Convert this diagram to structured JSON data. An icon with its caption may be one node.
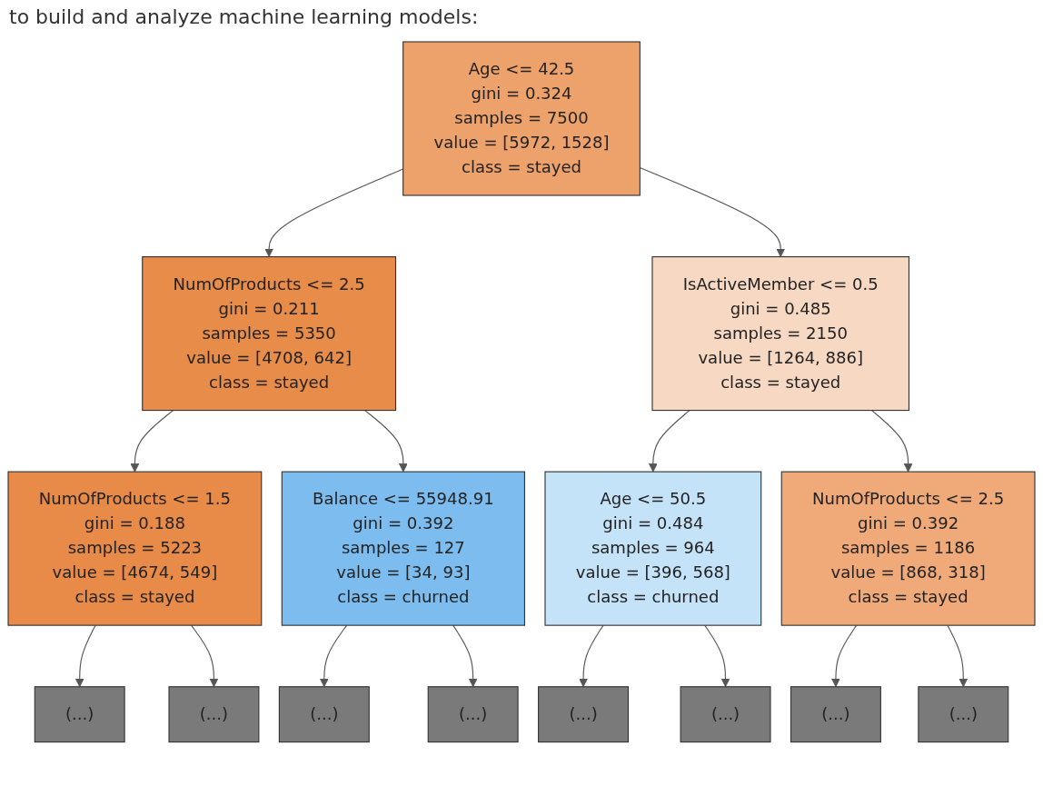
{
  "diagram": {
    "nodes": [
      {
        "text": [
          "Age <= 42.5",
          "gini = 0.324",
          "samples = 7500",
          "value = [5972, 1528]",
          "class = stayed"
        ]
      },
      {
        "text": [
          "NumOfProducts <= 2.5",
          "gini = 0.211",
          "samples = 5350",
          "value = [4708, 642]",
          "class = stayed"
        ]
      },
      {
        "text": [
          "IsActiveMember <= 0.5",
          "gini = 0.485",
          "samples = 2150",
          "value = [1264, 886]",
          "class = stayed"
        ]
      },
      {
        "text": [
          "NumOfProducts <= 1.5",
          "gini = 0.188",
          "samples = 5223",
          "value = [4674, 549]",
          "class = stayed"
        ]
      },
      {
        "text": [
          "Balance <= 55948.91",
          "gini = 0.392",
          "samples = 127",
          "value = [34, 93]",
          "class = churned"
        ]
      },
      {
        "text": [
          "Age <= 50.5",
          "gini = 0.484",
          "samples = 964",
          "value = [396, 568]",
          "class = churned"
        ]
      },
      {
        "text": [
          "NumOfProducts <= 2.5",
          "gini = 0.392",
          "samples = 1186",
          "value = [868, 318]",
          "class = stayed"
        ]
      },
      {
        "text": [
          "(...)"
        ]
      },
      {
        "text": [
          "(...)"
        ]
      },
      {
        "text": [
          "(...)"
        ]
      },
      {
        "text": [
          "(...)"
        ]
      },
      {
        "text": [
          "(...)"
        ]
      },
      {
        "text": [
          "(...)"
        ]
      },
      {
        "text": [
          "(...)"
        ]
      },
      {
        "text": [
          "(...)"
        ]
      }
    ],
    "edges": [
      {
        "from": 0,
        "to": 1,
        "arrow": "to"
      },
      {
        "from": 0,
        "to": 2,
        "arrow": "to"
      },
      {
        "from": 1,
        "to": 3,
        "arrow": "to"
      },
      {
        "from": 1,
        "to": 4,
        "arrow": "to"
      },
      {
        "from": 2,
        "to": 5,
        "arrow": "to"
      },
      {
        "from": 2,
        "to": 6,
        "arrow": "to"
      },
      {
        "from": 3,
        "to": 7,
        "arrow": "to"
      },
      {
        "from": 3,
        "to": 8,
        "arrow": "to"
      },
      {
        "from": 4,
        "to": 9,
        "arrow": "to"
      },
      {
        "from": 4,
        "to": 10,
        "arrow": "to"
      },
      {
        "from": 5,
        "to": 11,
        "arrow": "to"
      },
      {
        "from": 5,
        "to": 12,
        "arrow": "to"
      },
      {
        "from": 6,
        "to": 13,
        "arrow": "to"
      },
      {
        "from": 6,
        "to": 14,
        "arrow": "to"
      }
    ],
    "labels": [
      "to build and analyze machine learning models:"
    ]
  }
}
